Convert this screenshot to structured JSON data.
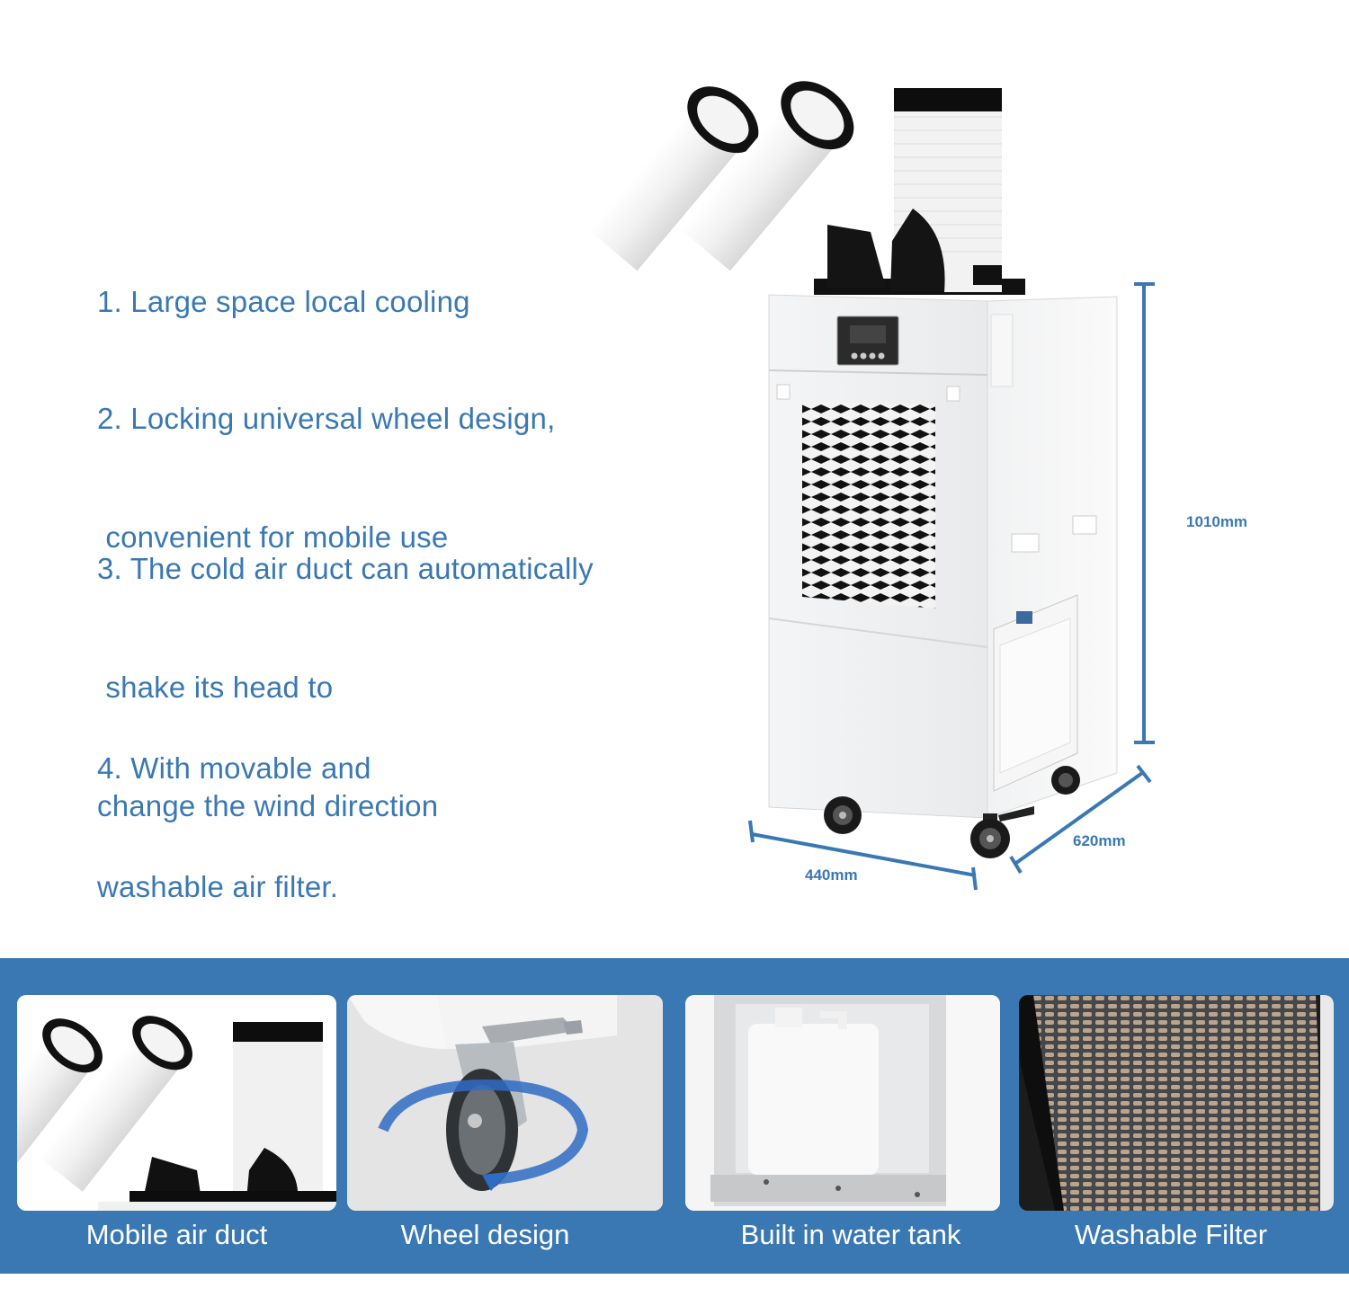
{
  "features": [
    {
      "lines": [
        "1. Large space local cooling"
      ]
    },
    {
      "lines": [
        "2. Locking universal wheel design,",
        " convenient for mobile use"
      ]
    },
    {
      "lines": [
        "3. The cold air duct can automatically",
        " shake its head to",
        "change the wind direction"
      ]
    },
    {
      "lines": [
        "4. With movable and",
        "washable air filter."
      ]
    }
  ],
  "dimensions": {
    "height": "1010mm",
    "width": "440mm",
    "depth": "620mm"
  },
  "banner": {
    "cards": [
      {
        "label": "Mobile air duct",
        "image": "air-duct-photo"
      },
      {
        "label": "Wheel design",
        "image": "locking-caster-wheel-photo"
      },
      {
        "label": "Built in water tank",
        "image": "water-tank-photo"
      },
      {
        "label": "Washable Filter",
        "image": "air-filter-mesh-photo"
      }
    ]
  },
  "colors": {
    "accent": "#3a78b3",
    "background": "#ffffff",
    "label_text": "#ffffff"
  }
}
